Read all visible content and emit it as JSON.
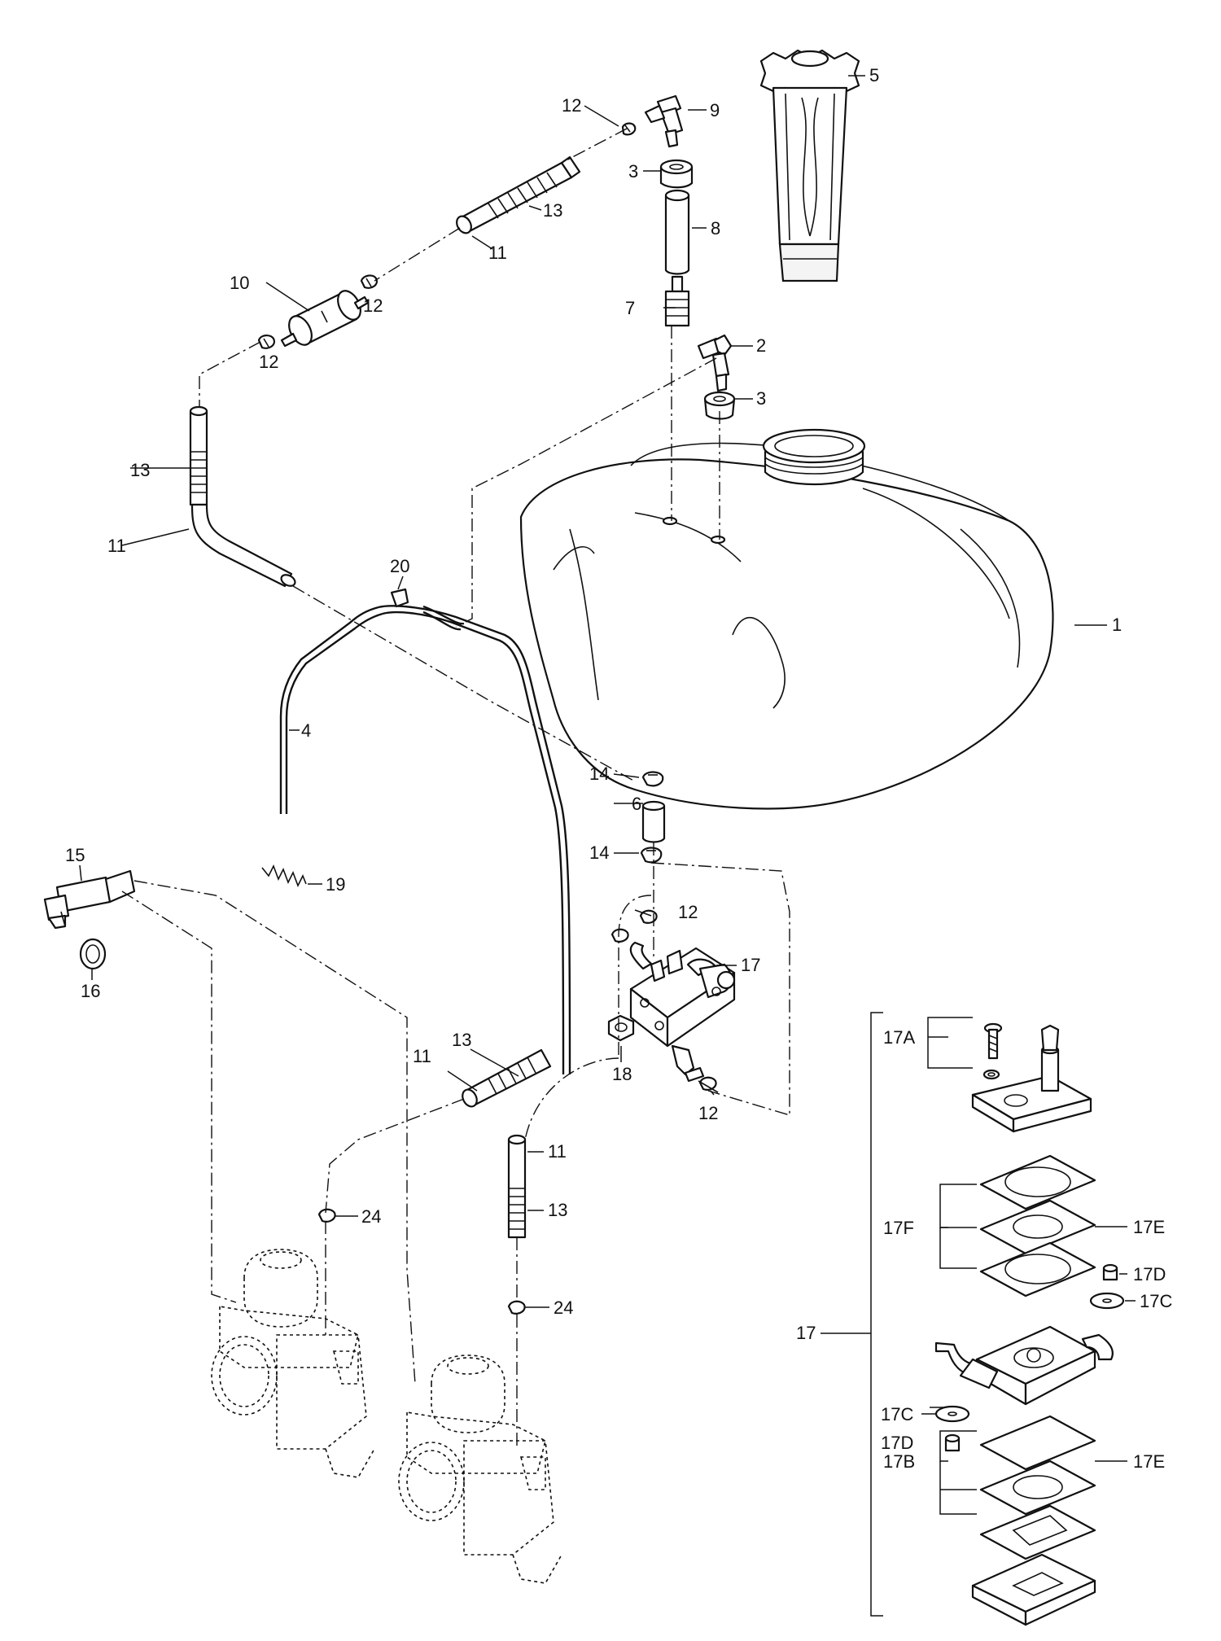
{
  "diagram": {
    "callouts": {
      "c1": "1",
      "c2": "2",
      "c3a": "3",
      "c3b": "3",
      "c4": "4",
      "c5": "5",
      "c6": "6",
      "c7": "7",
      "c8": "8",
      "c9": "9",
      "c10": "10",
      "c11a": "11",
      "c11b": "11",
      "c11c": "11",
      "c11d": "11",
      "c12a": "12",
      "c12b": "12",
      "c12c": "12",
      "c12d": "12",
      "c12e": "12",
      "c13a": "13",
      "c13b": "13",
      "c13c": "13",
      "c13d": "13",
      "c14a": "14",
      "c14b": "14",
      "c15": "15",
      "c16": "16",
      "c17": "17",
      "c17b": "17",
      "c18": "18",
      "c19": "19",
      "c20": "20",
      "c24a": "24",
      "c24b": "24",
      "c17A": "17A",
      "c17F": "17F",
      "c17Ea": "17E",
      "c17Da": "17D",
      "c17Ca": "17C",
      "c17Cb": "17C",
      "c17Db": "17D",
      "c17B": "17B",
      "c17Eb": "17E"
    }
  }
}
